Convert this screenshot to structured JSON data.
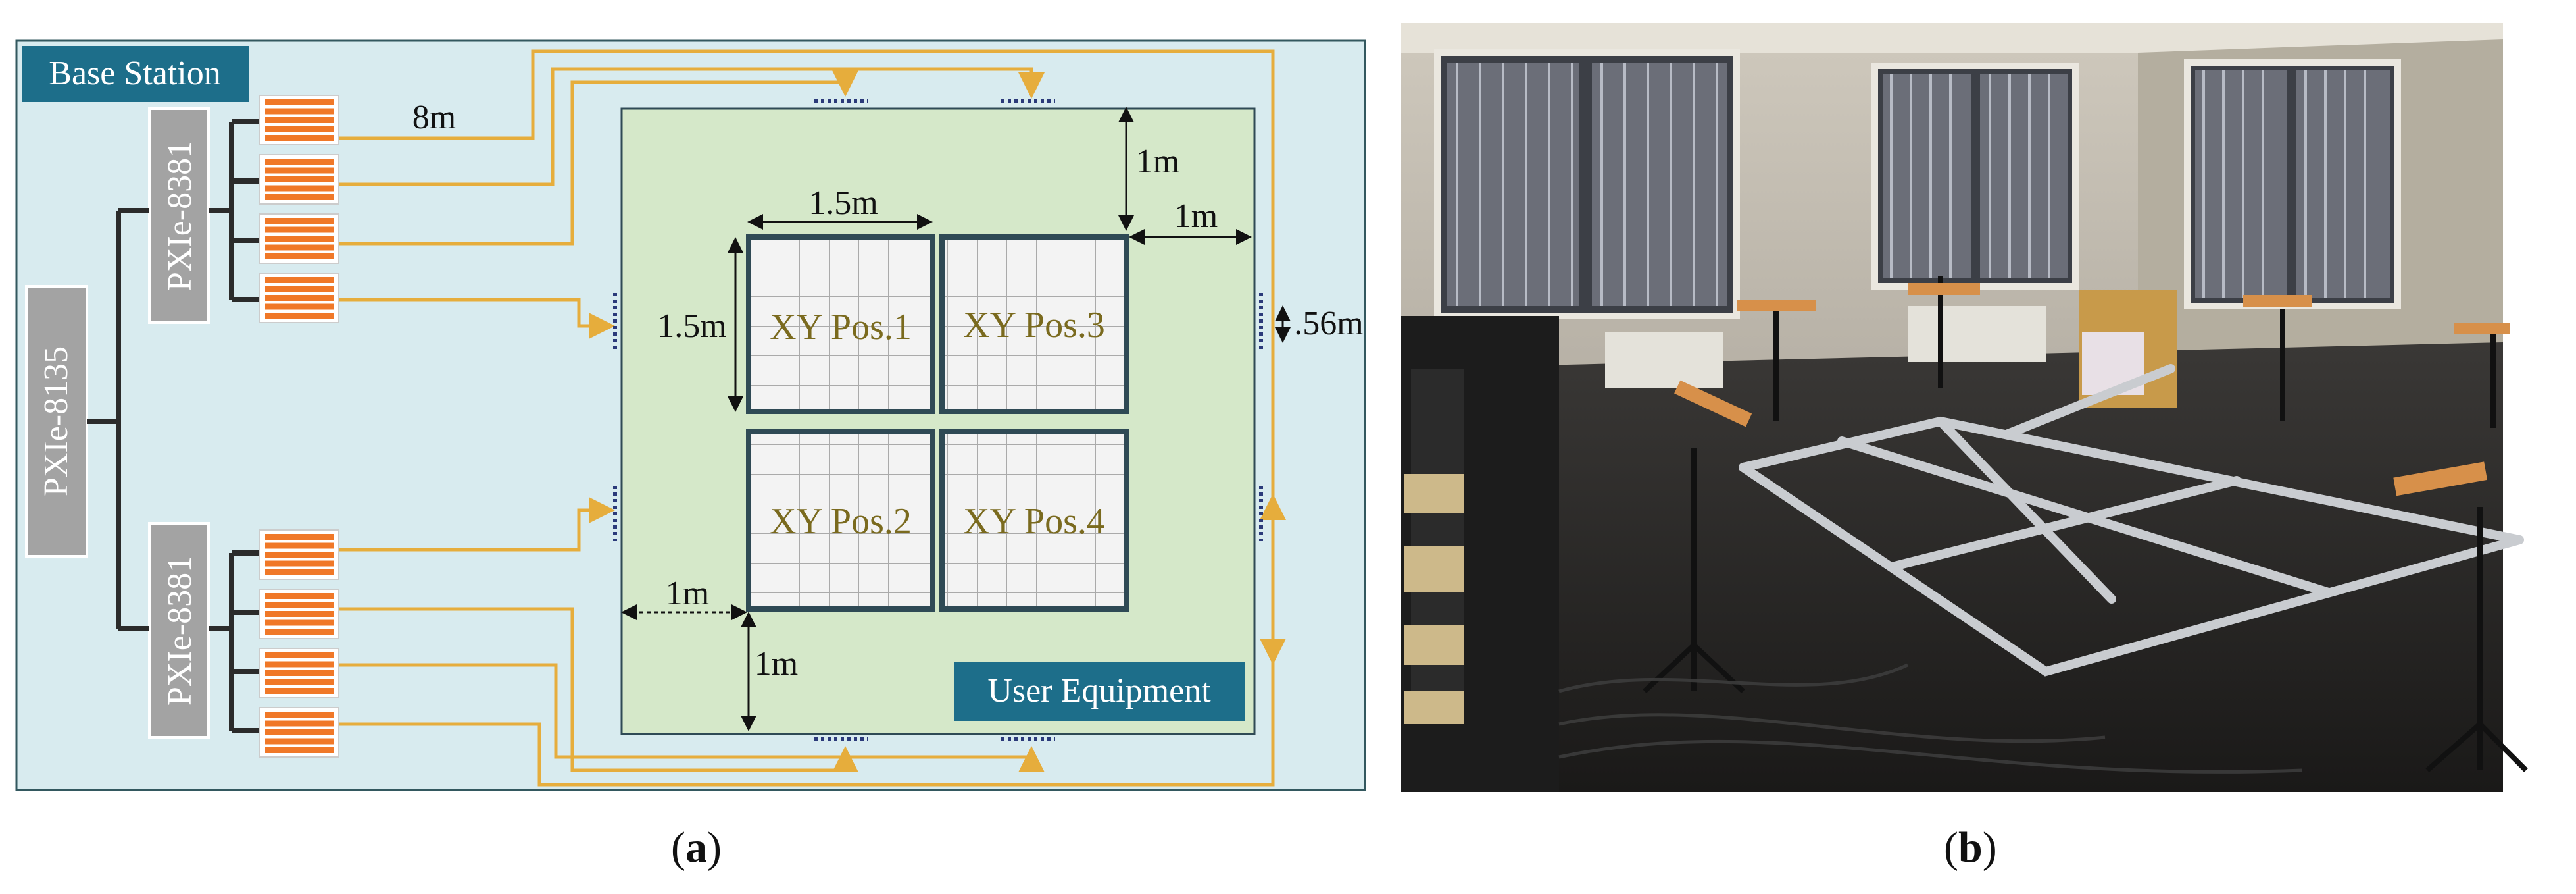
{
  "panel_a": {
    "base_station_label": "Base Station",
    "pxie_8135": "PXIe-8135",
    "pxie_8381_top": "PXIe-8381",
    "pxie_8381_bottom": "PXIe-8381",
    "cable_length": "8m",
    "user_equipment_label": "User Equipment",
    "dims": {
      "top_gap": "1m",
      "right_gap": "1m",
      "grid_width": "1.5m",
      "grid_height": "1.5m",
      "left_gap": "1m",
      "bottom_gap": "1m",
      "right_extra": ".56m"
    },
    "positions": [
      "XY Pos.1",
      "XY Pos.3",
      "XY Pos.2",
      "XY Pos.4"
    ],
    "caption": "a"
  },
  "panel_b": {
    "caption": "b"
  },
  "colors": {
    "outer_bg": "#d8ebef",
    "room_bg": "#d5e8c9",
    "label_bg": "#1d6e8a",
    "pxi_gray": "#a3a3a3",
    "antenna_orange": "#f07828",
    "cable_gold": "#e6ad3c",
    "grid_frame": "#2f4a55",
    "pos_text": "#7a6a1e"
  }
}
